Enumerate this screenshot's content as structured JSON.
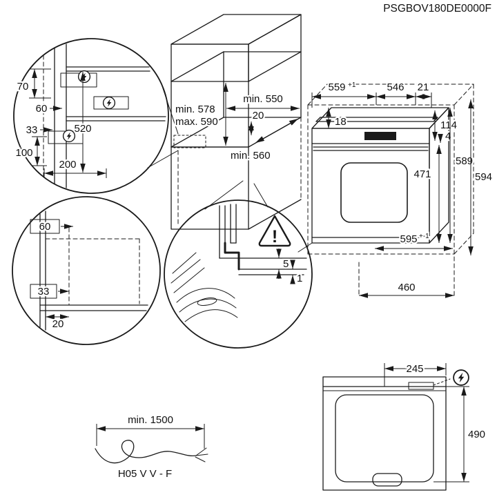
{
  "title": "PSGBOV180DE0000F",
  "colors": {
    "line": "#1a1a1a",
    "hatch": "#c9c9c9",
    "background": "#ffffff"
  },
  "socket_detail": {
    "d70": "70",
    "d60": "60",
    "d520": "520",
    "d33": "33",
    "d100": "100",
    "d200": "200"
  },
  "cabinet": {
    "min550": "min. 550",
    "d20": "20",
    "min578": "min. 578",
    "max590": "max. 590",
    "min560": "min. 560"
  },
  "oven": {
    "d559": "559",
    "d559_tol": "+1",
    "d546": "546",
    "d21": "21",
    "d18": "18",
    "d114": "114",
    "d4": "4",
    "d471": "471",
    "d589": "589",
    "d594": "594",
    "d595": "595",
    "d595_tol": "+-1",
    "d460": "460"
  },
  "corner_detail": {
    "d60": "60",
    "d33": "33",
    "d20": "20"
  },
  "panel_detail": {
    "d5": "5",
    "d1": "1",
    "warning": "!"
  },
  "cable": {
    "length": "min. 1500",
    "type": "H05 V V - F"
  },
  "top_view": {
    "d245": "245",
    "d490": "490"
  }
}
